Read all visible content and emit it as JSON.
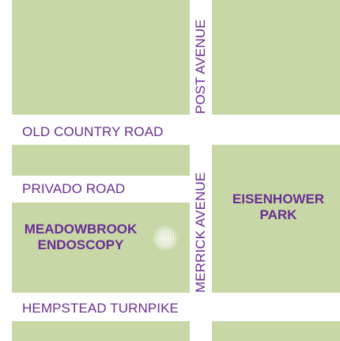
{
  "roads": {
    "post_avenue": "POST AVENUE",
    "old_country_road": "OLD COUNTRY ROAD",
    "privado_road": "PRIVADO ROAD",
    "merrick_avenue": "MERRICK AVENUE",
    "hempstead_turnpike": "HEMPSTEAD TURNPIKE"
  },
  "places": {
    "eisenhower_park": [
      "EISENHOWER",
      "PARK"
    ],
    "meadowbrook_endoscopy": [
      "MEADOWBROOK",
      "ENDOSCOPY"
    ]
  },
  "marker": {
    "icon": "location-marker-icon"
  },
  "colors": {
    "land": "#c7d7a6",
    "road": "#ffffff",
    "label": "#6a2f93",
    "marker": "#ffffff"
  }
}
